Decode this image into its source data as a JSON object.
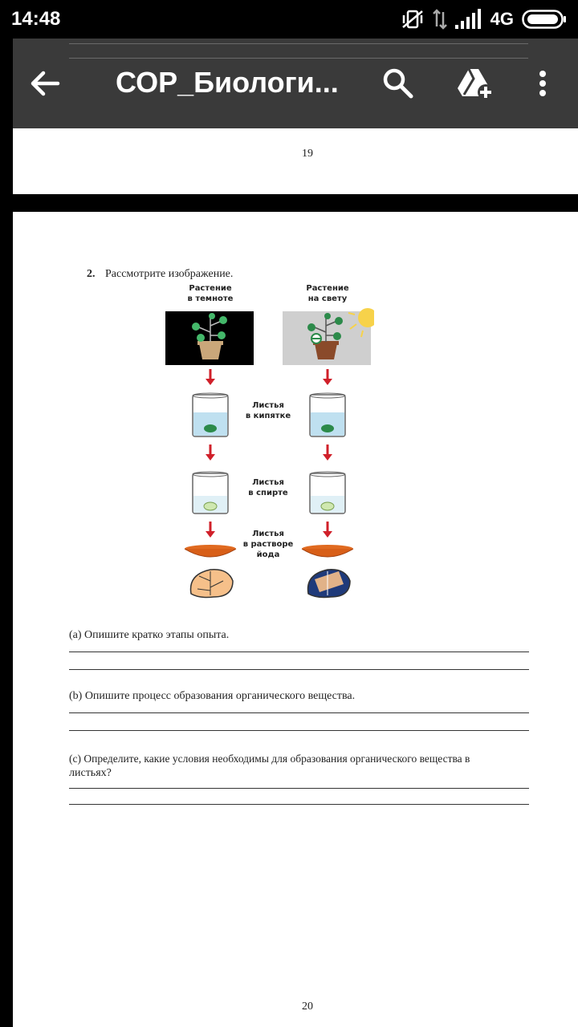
{
  "status_bar": {
    "time": "14:48",
    "network": "4G"
  },
  "toolbar": {
    "title": "СОР_Биологи...",
    "icons": [
      "back-arrow-icon",
      "search-icon",
      "drive-add-icon",
      "more-vert-icon"
    ]
  },
  "pages": {
    "page19_number": "19",
    "page20_number": "20"
  },
  "question": {
    "number": "2.",
    "prompt": "Рассмотрите изображение.",
    "figure": {
      "dark_label_1": "Растение",
      "dark_label_2": "в темноте",
      "light_label_1": "Растение",
      "light_label_2": "на свету",
      "step1_line1": "Листья",
      "step1_line2": "в кипятке",
      "step2_line1": "Листья",
      "step2_line2": "в спирте",
      "step3_line1": "Листья",
      "step3_line2": "в растворе",
      "step3_line3": "йода"
    },
    "part_a": "(a) Опишите кратко этапы опыта.",
    "part_b": "(b) Опишите процесс образования органического вещества.",
    "part_c_line1": "(c) Определите, какие условия необходимы для образования органического вещества в",
    "part_c_line2": "листьях?"
  }
}
